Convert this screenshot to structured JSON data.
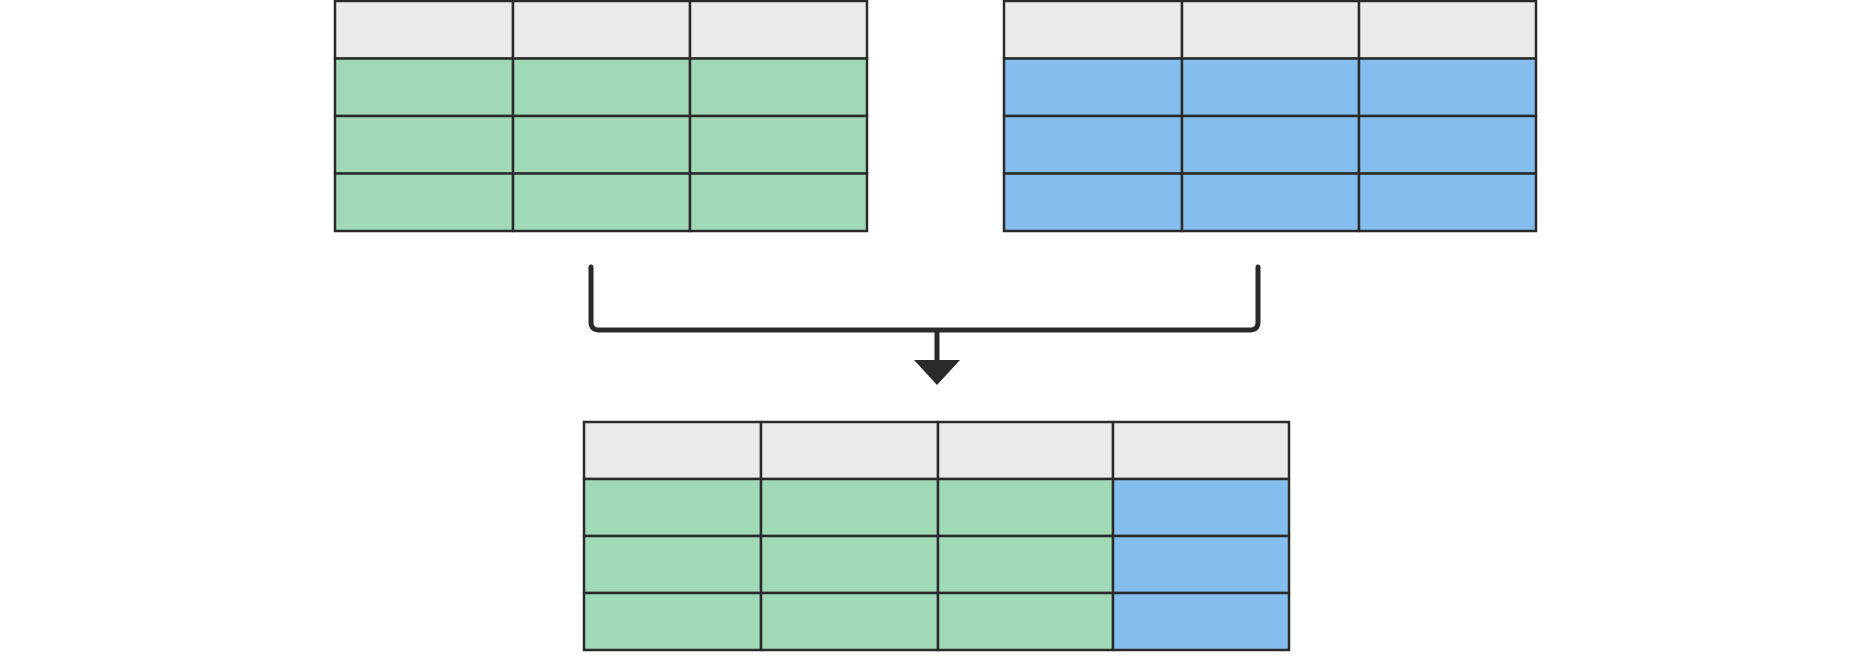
{
  "colors": {
    "header_fill": "#ebeae8",
    "left_table_fill": "#a1d9b8",
    "right_table_fill": "#85bdec",
    "border": "#2a2a2a",
    "background": "#ffffff"
  },
  "tables": {
    "left_input": {
      "columns": 3,
      "header_rows": 1,
      "body_rows": 3,
      "column_fills": [
        "left_table_fill",
        "left_table_fill",
        "left_table_fill"
      ]
    },
    "right_input": {
      "columns": 3,
      "header_rows": 1,
      "body_rows": 3,
      "column_fills": [
        "right_table_fill",
        "right_table_fill",
        "right_table_fill"
      ]
    },
    "merged_output": {
      "columns": 4,
      "header_rows": 1,
      "body_rows": 3,
      "column_fills": [
        "left_table_fill",
        "left_table_fill",
        "left_table_fill",
        "right_table_fill"
      ]
    }
  },
  "connector": {
    "type": "merge-arrow",
    "direction": "down"
  }
}
